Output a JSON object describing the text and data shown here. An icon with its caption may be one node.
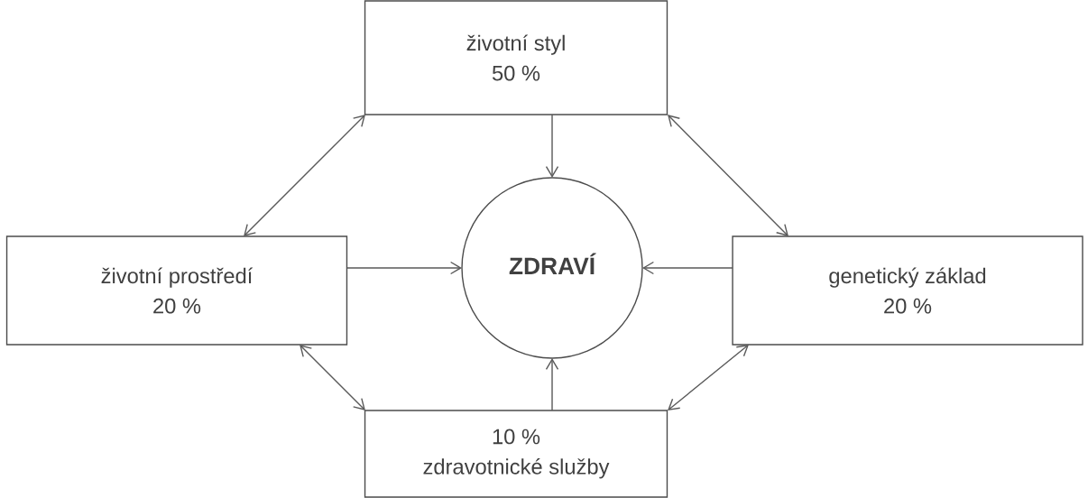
{
  "diagram": {
    "nodes": [
      {
        "text": [
          "životní styl",
          "50 %"
        ]
      },
      {
        "text": [
          "životní prostředí",
          "20 %"
        ]
      },
      {
        "text": [
          "ZDRAVÍ"
        ]
      },
      {
        "text": [
          "genetický základ",
          "20 %"
        ]
      },
      {
        "text": [
          "10 %",
          "zdravotnické služby"
        ]
      }
    ],
    "edges": [
      {
        "from": 0,
        "to": 2,
        "arrow": "to"
      },
      {
        "from": 1,
        "to": 2,
        "arrow": "to"
      },
      {
        "from": 3,
        "to": 2,
        "arrow": "to"
      },
      {
        "from": 4,
        "to": 2,
        "arrow": "to"
      },
      {
        "from": 0,
        "to": 1,
        "arrow": "both"
      },
      {
        "from": 0,
        "to": 3,
        "arrow": "both"
      },
      {
        "from": 1,
        "to": 4,
        "arrow": "both"
      },
      {
        "from": 3,
        "to": 4,
        "arrow": "both"
      }
    ]
  }
}
